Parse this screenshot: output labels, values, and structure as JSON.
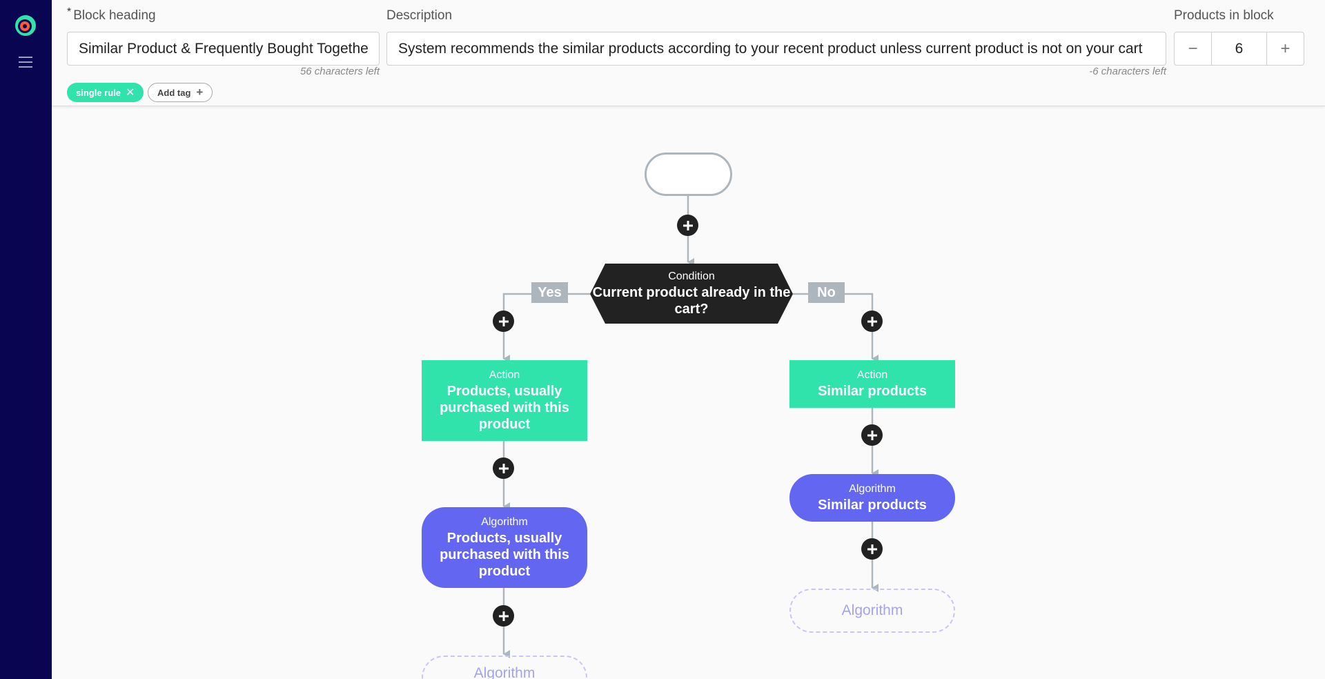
{
  "header": {
    "heading_label": "Block heading",
    "heading_required": "*",
    "heading_value": "Similar Product & Frequently Bought Together",
    "heading_hint": "56 characters left",
    "description_label": "Description",
    "description_value": "System recommends the similar products according to your recent product unless current product is not on your cart",
    "description_hint": "-6 characters left",
    "products_label": "Products in block",
    "products_count": "6",
    "decrement": "−",
    "increment": "+",
    "tags": [
      {
        "label": "single rule",
        "remove": "✕"
      }
    ],
    "add_tag_label": "Add tag",
    "add_tag_icon": "+"
  },
  "flow": {
    "condition": {
      "kind": "Condition",
      "title": "Current product already in the cart?"
    },
    "yes_label": "Yes",
    "no_label": "No",
    "left_action": {
      "kind": "Action",
      "title": "Products, usually purchased with this product"
    },
    "left_algorithm": {
      "kind": "Algorithm",
      "title": "Products, usually purchased with this product"
    },
    "left_placeholder": {
      "title": "Algorithm"
    },
    "right_action": {
      "kind": "Action",
      "title": "Similar products"
    },
    "right_algorithm": {
      "kind": "Algorithm",
      "title": "Similar products"
    },
    "right_placeholder": {
      "title": "Algorithm"
    }
  },
  "colors": {
    "sidebar": "#0a0550",
    "action": "#2fe3ab",
    "algorithm": "#6366f1",
    "condition": "#222222",
    "connector": "#adb5bd",
    "tag": "#2fe3ab"
  },
  "icons": [
    "logo-icon",
    "menu-icon",
    "arrow-down-icon",
    "plus-icon",
    "close-icon"
  ]
}
